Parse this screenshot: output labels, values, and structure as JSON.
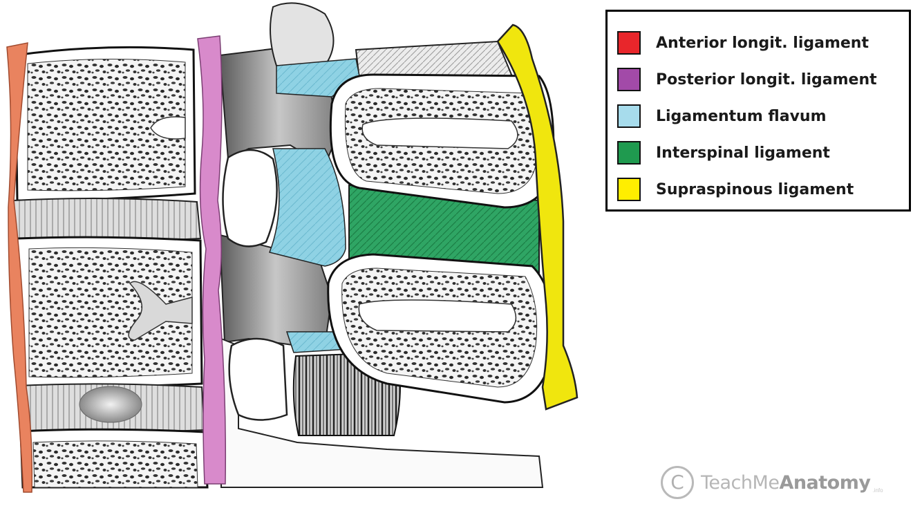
{
  "legend": {
    "items": [
      {
        "label": "Anterior longit. ligament",
        "color": "#e8262b"
      },
      {
        "label": "Posterior longit. ligament",
        "color": "#a24aa8"
      },
      {
        "label": "Ligamentum flavum",
        "color": "#a7dcec"
      },
      {
        "label": "Interspinal ligament",
        "color": "#1f9a4f"
      },
      {
        "label": "Supraspinous ligament",
        "color": "#ffee00"
      }
    ]
  },
  "watermark": {
    "symbol": "C",
    "name_part1": "TeachMe",
    "name_part2": "Anatomy",
    "suffix": ".info"
  },
  "colors": {
    "anterior_drawn": "#e9835f",
    "posterior_drawn": "#d88acb",
    "flavum_drawn": "#8fd2e4",
    "interspinal_drawn": "#2fa564",
    "supraspinous_drawn": "#f0e60e"
  }
}
